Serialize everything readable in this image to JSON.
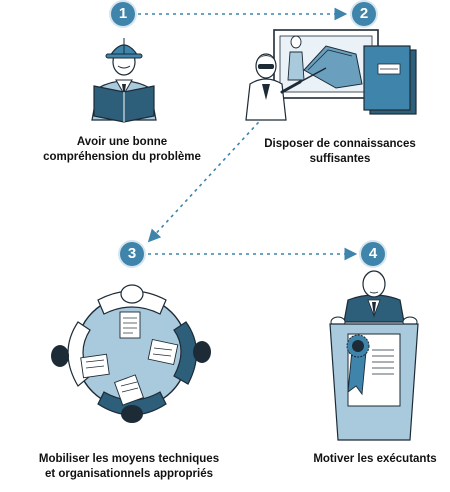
{
  "steps": [
    {
      "number": "1",
      "lines": [
        "Avoir une bonne",
        "compréhension du problème"
      ]
    },
    {
      "number": "2",
      "lines": [
        "Disposer de connaissances",
        "suffisantes"
      ]
    },
    {
      "number": "3",
      "lines": [
        "Mobiliser les moyens techniques",
        "et organisationnels appropriés"
      ]
    },
    {
      "number": "4",
      "lines": [
        "Motiver les exécutants"
      ]
    }
  ],
  "colors": {
    "accent": "#3f84ab",
    "light_blue": "#a9c9dc",
    "dark": "#1d2b36",
    "arrow": "#3f84ab"
  },
  "icons": [
    "engineer-reading-icon",
    "presenter-board-icon",
    "meeting-table-icon",
    "speaker-podium-icon"
  ]
}
